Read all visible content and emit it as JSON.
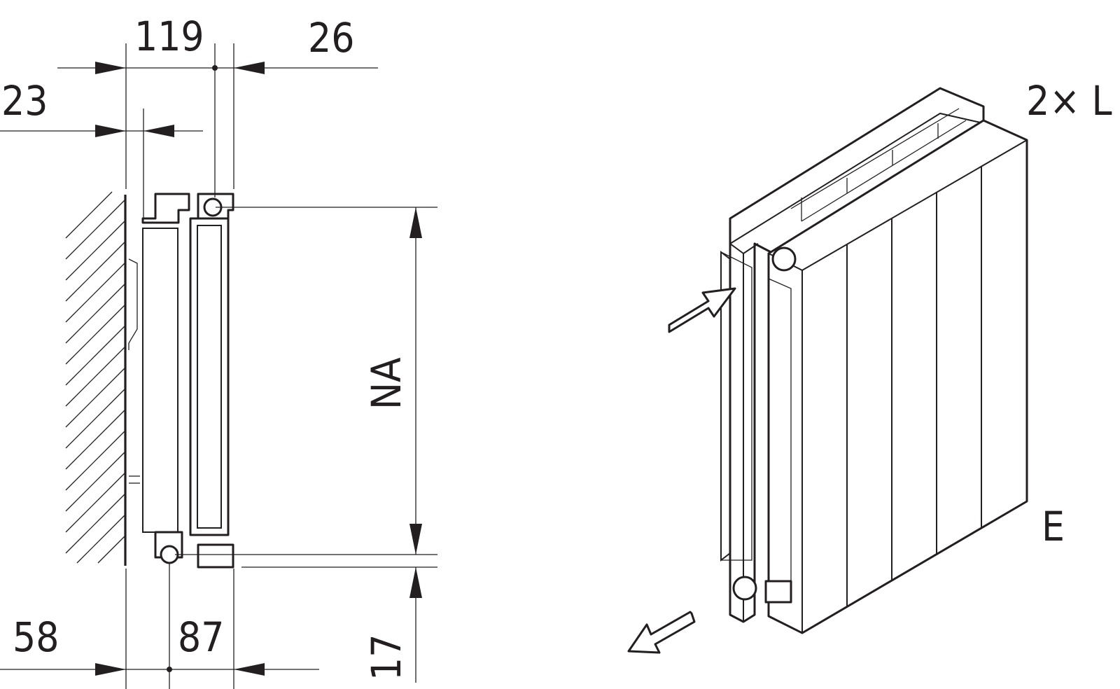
{
  "dimensions": {
    "d119": "119",
    "d26": "26",
    "d23": "23",
    "dNA": "NA",
    "d58": "58",
    "d87": "87",
    "d17": "17"
  },
  "labels": {
    "sections": "2× L",
    "end": "E"
  },
  "colors": {
    "line": "#231f20",
    "background": "#ffffff"
  }
}
